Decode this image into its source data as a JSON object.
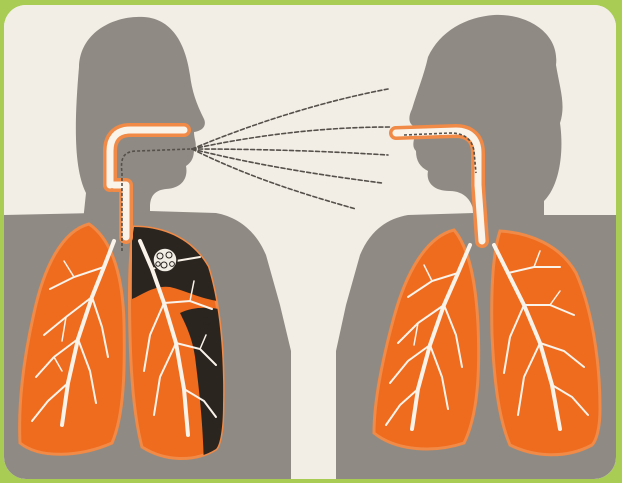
{
  "colors": {
    "frame_border": "#a8cc54",
    "frame_inner": "#ffffff",
    "paper": "#f2eee6",
    "silhouette": "#8f8b84",
    "lung_fill": "#ef6b1e",
    "lung_outline": "#f08a46",
    "airway": "#f9f3ea",
    "infection": "#2b2520",
    "droplet_trail": "#55504a"
  },
  "figures": [
    {
      "id": "infected-person",
      "facing": "right",
      "lung_condition": "infected"
    },
    {
      "id": "healthy-person",
      "facing": "left",
      "lung_condition": "healthy"
    }
  ],
  "illustration_elements": [
    "head-silhouette",
    "torso-silhouette",
    "nasal-airway",
    "trachea",
    "bronchial-tree",
    "lung",
    "infection-patch",
    "bacteria-cluster",
    "droplet-stream"
  ]
}
